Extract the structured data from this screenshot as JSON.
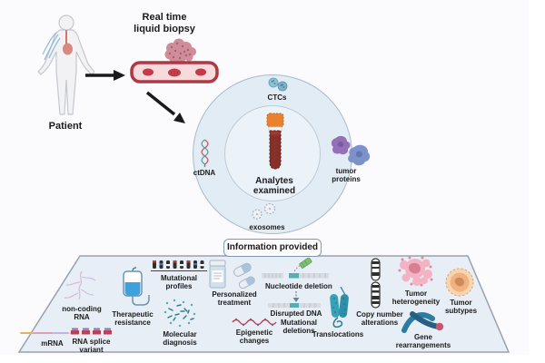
{
  "colors": {
    "background": "#fbfafd",
    "circle_fill": "#e2ecf4",
    "inner_circle_fill": "#ebf2f8",
    "platform_fill": "#e7eef5",
    "vessel_red": "#ad3846",
    "blood_tube_red": "#87302a",
    "cap_orange": "#e8822f",
    "text": "#1b1b1b"
  },
  "patient": {
    "label": "Patient"
  },
  "biopsy": {
    "line1": "Real time",
    "line2": "liquid biopsy"
  },
  "analytes": {
    "center_line1": "Analytes",
    "center_line2": "examined",
    "ctcs": "CTCs",
    "ctdna": "ctDNA",
    "tumor_proteins_line1": "tumor",
    "tumor_proteins_line2": "proteins",
    "exosomes": "exosomes"
  },
  "information": {
    "banner": "Information provided",
    "items": {
      "noncoding": {
        "line1": "non-coding",
        "line2": "RNA"
      },
      "mrna": {
        "line1": "mRNA"
      },
      "splice": {
        "line1": "RNA splice",
        "line2": "variant"
      },
      "therapeutic": {
        "line1": "Therapeutic",
        "line2": "resistance"
      },
      "mutprofiles": {
        "line1": "Mutational",
        "line2": "profiles"
      },
      "moldx": {
        "line1": "Molecular",
        "line2": "diagnosis"
      },
      "personalized": {
        "line1": "Personalized",
        "line2": "treatment"
      },
      "nucdeletion": {
        "line1": "Nucleotide deletion"
      },
      "disrupted": {
        "line1": "Disrupted DNA"
      },
      "mutdeletions": {
        "line1": "Mutational",
        "line2": "deletions"
      },
      "epigenetic": {
        "line1": "Epigenetic",
        "line2": "changes"
      },
      "transloc": {
        "line1": "Translocations"
      },
      "cna": {
        "line1": "Copy number",
        "line2": "alterations"
      },
      "heterogeneity": {
        "line1": "Tumor",
        "line2": "heterogeneity"
      },
      "subtypes": {
        "line1": "Tumor",
        "line2": "subtypes"
      },
      "generearr": {
        "line1": "Gene",
        "line2": "rearrangements"
      }
    }
  }
}
